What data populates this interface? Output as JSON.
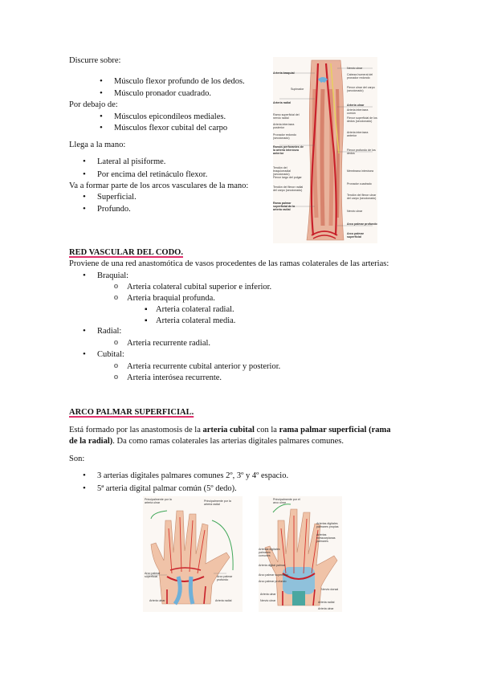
{
  "top": {
    "discurre": "Discurre sobre:",
    "discurre_items": [
      "Músculo flexor profundo de los dedos.",
      "Músculo pronador cuadrado."
    ],
    "debajo": "Por debajo de:",
    "debajo_items": [
      "Músculos epicondíleos mediales.",
      "Músculos flexor cubital del carpo"
    ],
    "llega": "Llega a la mano:",
    "llega_items": [
      "Lateral al pisiforme.",
      "Por encima del retináculo flexor."
    ],
    "formar": "Va a formar parte de los arcos vasculares de la mano:",
    "formar_items": [
      "Superficial.",
      "Profundo."
    ]
  },
  "forearm_figure": {
    "labels_left": [
      "Arteria braquial",
      "Supinador",
      "Arteria radial",
      "Ramo superficial del nervio radial",
      "Arteria interósea posterior",
      "Pronador redondo (seccionado)",
      "Ramos perforantes de la arteria interósea anterior",
      "Tendón del braquiorradial (seccionado)",
      "Flexor largo del pulgar",
      "Tendón del flexor radial del carpo (seccionado)",
      "Rama palmar superficial de la arteria radial"
    ],
    "labels_right": [
      "Nervio ulnar",
      "Cabeza humeral del pronador redondo",
      "Flexor ulnar del carpo (seccionado)",
      "Arteria ulnar",
      "Arteria interósea común",
      "Flexor superficial de los dedos (seccionado)",
      "Arteria interósea anterior",
      "Flexor profundo de los dedos",
      "Membrana interósea",
      "Pronador cuadrado",
      "Tendón del flexor ulnar del carpo (seccionado)",
      "Nervio ulnar",
      "Arco palmar profundo",
      "Arco palmar superficial"
    ]
  },
  "red_vascular": {
    "title": "RED VASCULAR DEL CODO.",
    "intro": "Proviene de una red anastomótica de vasos procedentes de las ramas colaterales de las arterias:",
    "braquial": "Braquial:",
    "braquial_items": [
      "Arteria colateral cubital superior e inferior.",
      "Arteria braquial profunda."
    ],
    "profunda_items": [
      "Arteria colateral radial.",
      "Arteria colateral media."
    ],
    "radial": "Radial:",
    "radial_items": [
      "Arteria recurrente radial."
    ],
    "cubital": "Cubital:",
    "cubital_items": [
      "Arteria recurrente cubital anterior y posterior.",
      "Arteria interósea recurrente."
    ]
  },
  "arco": {
    "title": "ARCO PALMAR SUPERFICIAL.",
    "p1_a": "Está formado por las anastomosis de la ",
    "p1_b": "arteria cubital",
    "p1_c": " con la ",
    "p1_d": "rama palmar superficial (rama",
    "p1_e": "de la radial)",
    "p1_f": ". Da como ramas colaterales las arterias digitales palmares comunes.",
    "son": "Son:",
    "son_items": [
      "3 arterias digitales palmares comunes 2º, 3º y 4º espacio.",
      "5ª arteria digital palmar común (5º dedo)."
    ]
  },
  "hand_figure_1": {
    "label_top_left": "Principalmente por la arteria ulnar",
    "label_top_right": "Principalmente por la arteria radial",
    "labels": [
      "Arco palmar superficial",
      "Arco palmar profundo",
      "Arteria radial",
      "Arteria ulnar"
    ]
  },
  "hand_figure_2": {
    "label_top": "Principalmente por el arco ulnar",
    "labels_right": [
      "Arterias digitales palmares propias",
      "Arterias metacarpianas palmares",
      "Arteria ulnar",
      "Nervio ulnar"
    ],
    "labels_left": [
      "Arterias digitales palmares comunes",
      "Arteria digital palmar",
      "Arco palmar superficial",
      "Arco palmar profundo",
      "Arteria ulnar",
      "Arteria radial"
    ],
    "label_right_low": "Nervio dorsal"
  }
}
